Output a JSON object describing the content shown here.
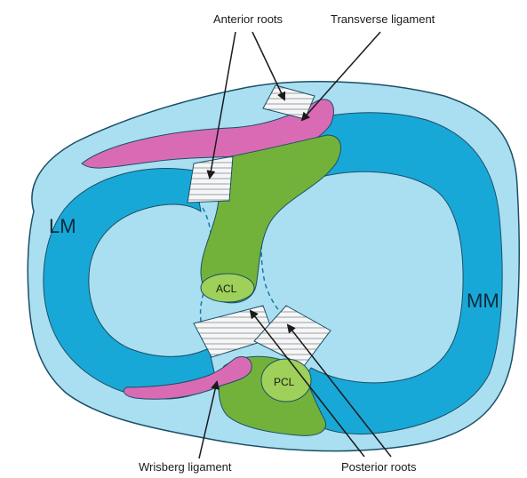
{
  "labels": {
    "anterior_roots": "Anterior roots",
    "transverse_ligament": "Transverse ligament",
    "lateral_meniscus": "LM",
    "medial_meniscus": "MM",
    "acl": "ACL",
    "pcl": "PCL",
    "wrisberg_ligament": "Wrisberg ligament",
    "posterior_roots": "Posterior roots"
  },
  "colors": {
    "tibial_plateau_outer": "#a9dff1",
    "meniscus": "#18a8d8",
    "articular_surface": "#a9dff1",
    "ligament_pink": "#d96bb5",
    "cruciate_green": "#72b23a",
    "root_attachment": "#f4f4f4",
    "outline": "#1b4f66"
  },
  "icons": {
    "arrow": "arrowhead"
  }
}
